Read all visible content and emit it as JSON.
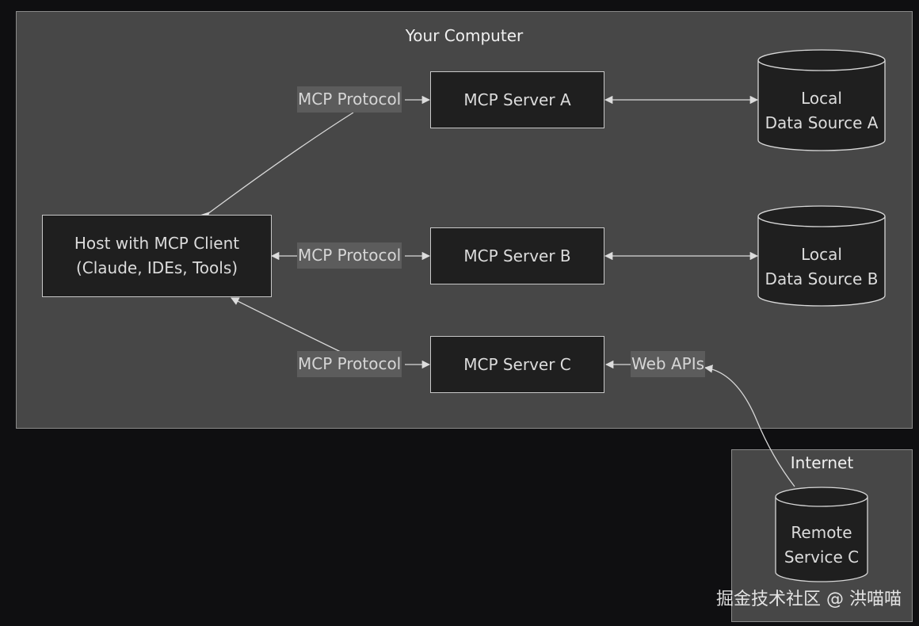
{
  "clusters": {
    "computer": "Your Computer",
    "internet": "Internet"
  },
  "nodes": {
    "host": [
      "Host with MCP Client",
      "(Claude, IDEs, Tools)"
    ],
    "server_a": "MCP Server A",
    "server_b": "MCP Server B",
    "server_c": "MCP Server C",
    "source_a": [
      "Local",
      "Data Source A"
    ],
    "source_b": [
      "Local",
      "Data Source B"
    ],
    "remote_c": [
      "Remote",
      "Service C"
    ]
  },
  "edge_labels": {
    "protocol_a": "MCP Protocol",
    "protocol_b": "MCP Protocol",
    "protocol_c": "MCP Protocol",
    "web_apis": "Web APIs"
  },
  "watermark": "掘金技术社区 @ 洪喵喵"
}
